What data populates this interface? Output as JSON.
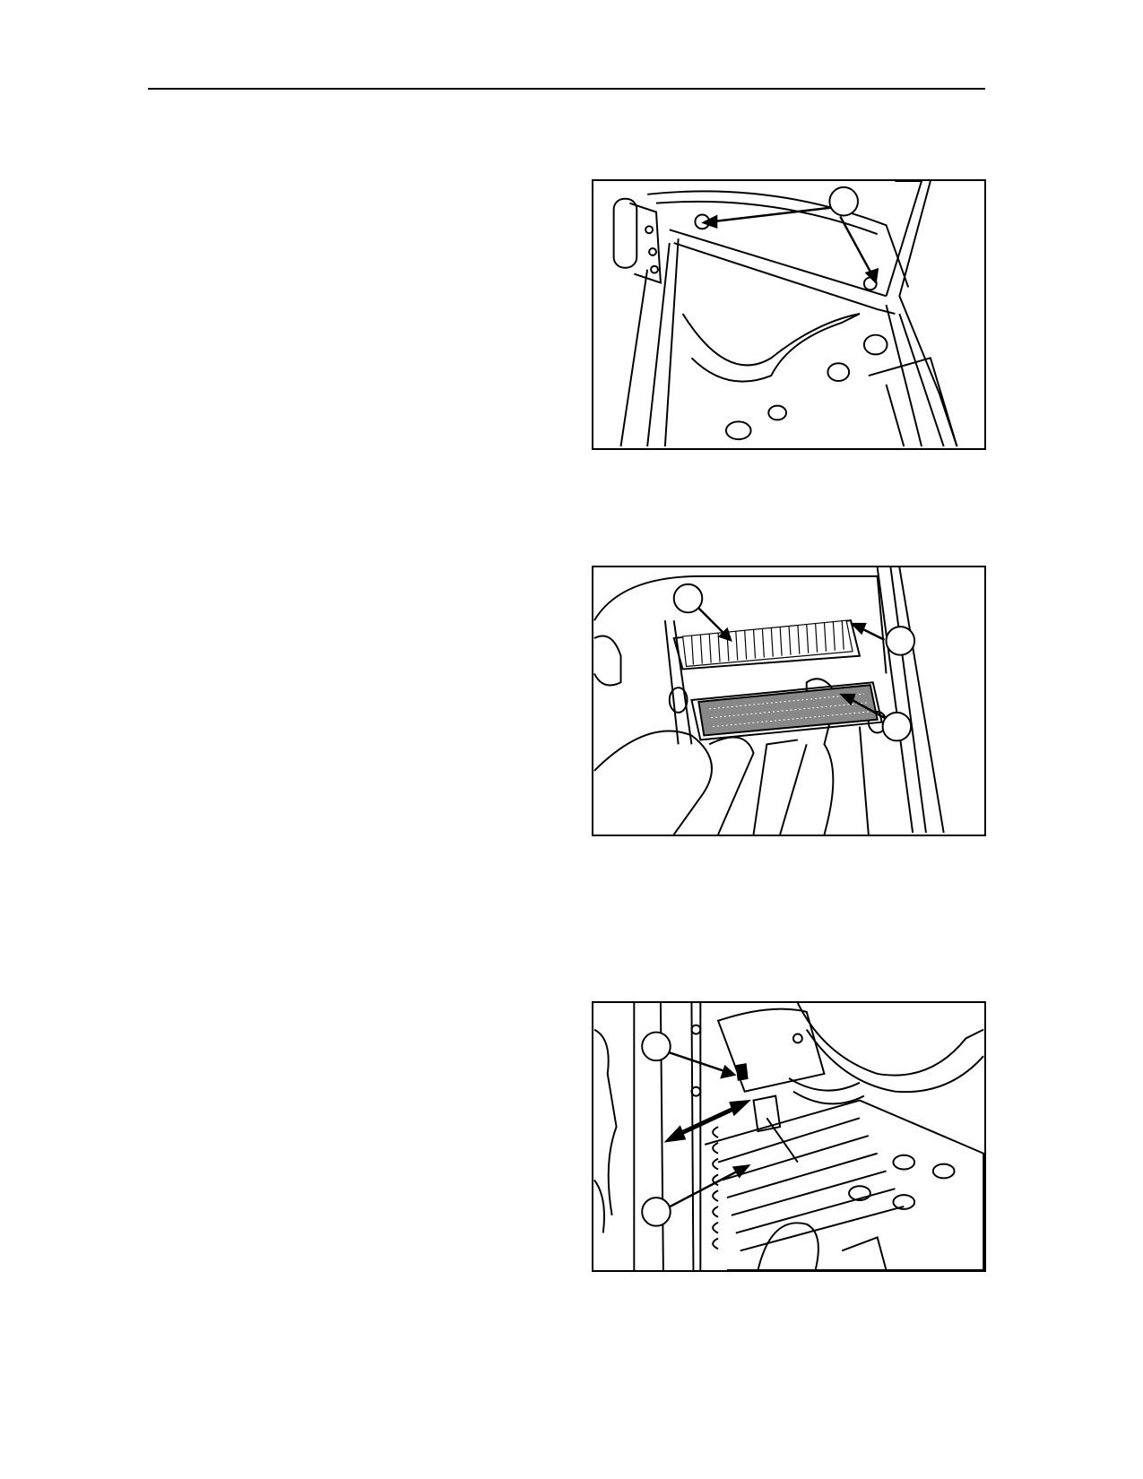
{
  "page": {
    "figures": [
      {
        "id": "fig1",
        "callouts": [
          "",
          ""
        ]
      },
      {
        "id": "fig2",
        "callouts": [
          "",
          "",
          ""
        ]
      },
      {
        "id": "fig3",
        "callouts": [
          "",
          ""
        ]
      }
    ]
  }
}
